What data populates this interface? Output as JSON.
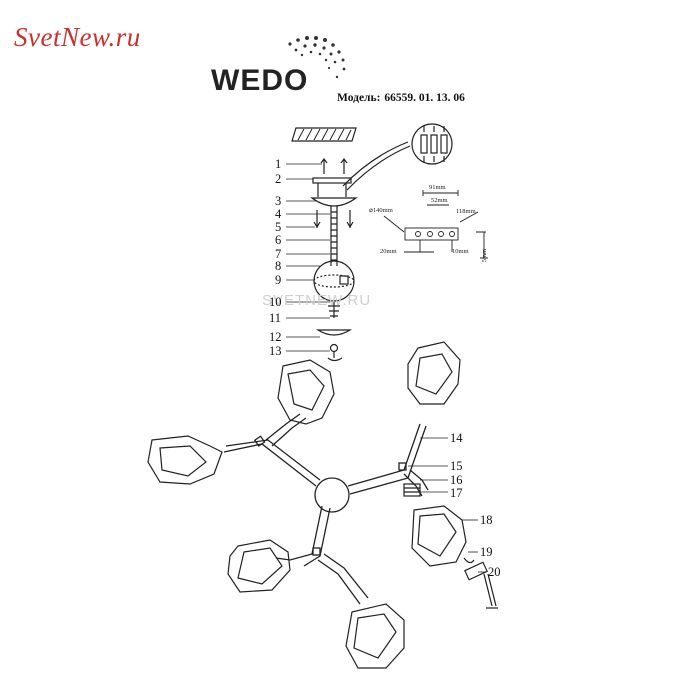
{
  "watermark": {
    "brand": "SvetNew.ru",
    "center": "SVETNEW.RU"
  },
  "header": {
    "brand": "WEDO",
    "model_label": "Модель:",
    "model_number": "66559. 01. 13. 06"
  },
  "callouts": {
    "left": [
      "1",
      "2",
      "3",
      "4",
      "5",
      "6",
      "7",
      "8",
      "9",
      "10",
      "11",
      "12",
      "13"
    ],
    "right": [
      "14",
      "15",
      "16",
      "17",
      "18",
      "19",
      "20"
    ]
  },
  "dimensions": {
    "d91": "91mm",
    "d52": "52mm",
    "d118": "118mm",
    "d140": "⌀140mm",
    "d20": "20mm",
    "d10": "10mm",
    "d5": "5mm"
  },
  "colors": {
    "line": "#222222",
    "watermark_red": "#c8322a",
    "watermark_gray": "#cfcfcf"
  }
}
